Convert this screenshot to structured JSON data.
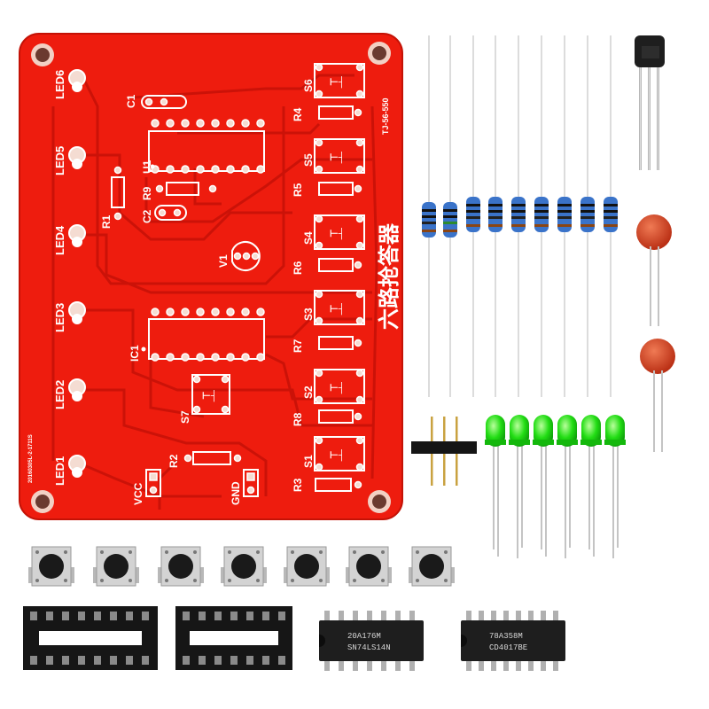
{
  "board": {
    "title": "六路抢答器",
    "code": "TJ-56-550",
    "edge_code": "20160305L-2-1711S",
    "leds": [
      "LED1",
      "LED2",
      "LED3",
      "LED4",
      "LED5",
      "LED6"
    ],
    "switches": [
      "S1",
      "S2",
      "S3",
      "S4",
      "S5",
      "S6",
      "S7"
    ],
    "resistors": [
      "R1",
      "R2",
      "R3",
      "R4",
      "R5",
      "R6",
      "R7",
      "R8",
      "R9"
    ],
    "caps": [
      "C1",
      "C2"
    ],
    "chips": [
      "U1",
      "IC1",
      "V1"
    ],
    "power": [
      "VCC",
      "GND"
    ]
  },
  "chips": {
    "left_marking": [
      "20A176M",
      "SN74LS14N"
    ],
    "right_marking": [
      "78A358M",
      "CD4017BE"
    ]
  },
  "colors": {
    "pcb": "#ee1c0e",
    "trace": "#c81208",
    "led": "#19d90f",
    "cap": "#d23a1c",
    "resistor": "#3a73c9",
    "ic": "#1e1e1e"
  }
}
